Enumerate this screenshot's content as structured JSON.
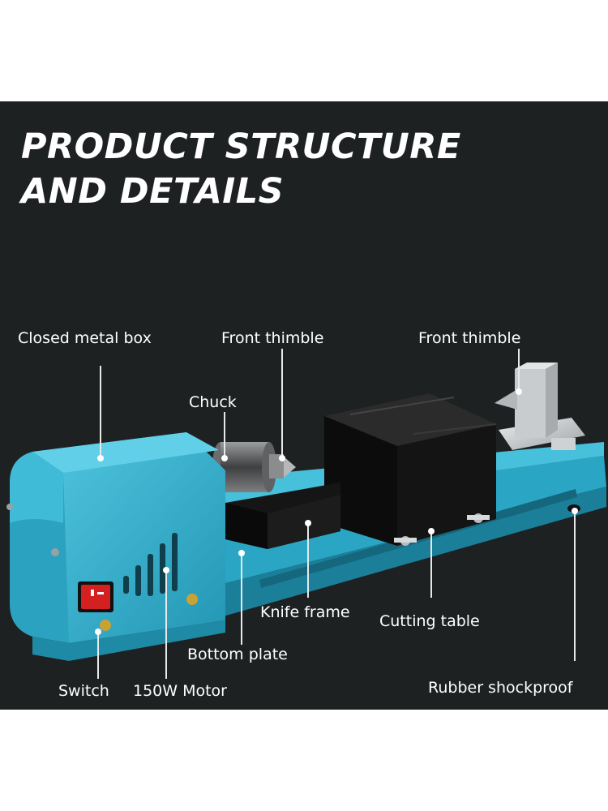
{
  "title": {
    "line1": "PRODUCT STRUCTURE",
    "line2": "AND DETAILS"
  },
  "labels": {
    "closed_metal_box": "Closed metal box",
    "front_thimble_left": "Front thimble",
    "front_thimble_right": "Front thimble",
    "chuck": "Chuck",
    "knife_frame": "Knife frame",
    "cutting_table": "Cutting table",
    "bottom_plate": "Bottom plate",
    "switch": "Switch",
    "motor": "150W Motor",
    "rubber_shockproof": "Rubber shockproof"
  },
  "colors": {
    "background": "#1e2122",
    "machine_body": "#35b4d2",
    "accent_red": "#d42020"
  }
}
